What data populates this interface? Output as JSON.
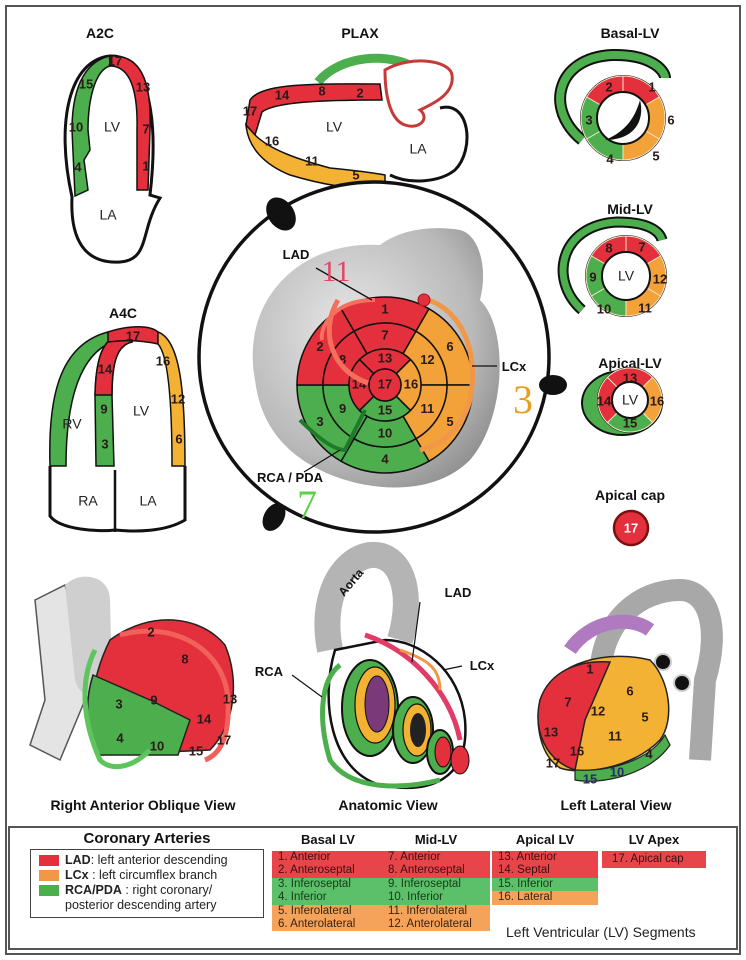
{
  "colors": {
    "lad": "#e3303c",
    "lcx": "#f3a23a",
    "rca": "#4cae4c",
    "legend_red": "#e8454a",
    "legend_green": "#5cbf6a",
    "legend_orange": "#f5a25a",
    "annot_11": "#e2466b",
    "annot_3": "#e6a020",
    "annot_7": "#5dcf48"
  },
  "views": {
    "a2c": {
      "title": "A2C",
      "lv": "LV",
      "la": "LA",
      "segments": [
        "17",
        "13",
        "7",
        "1",
        "15",
        "10",
        "4"
      ]
    },
    "plax": {
      "title": "PLAX",
      "lv": "LV",
      "la": "LA",
      "segments": [
        "17",
        "14",
        "8",
        "2",
        "16",
        "11",
        "5"
      ]
    },
    "a4c": {
      "title": "A4C",
      "rv": "RV",
      "lv": "LV",
      "ra": "RA",
      "la": "LA",
      "segments": [
        "17",
        "14",
        "9",
        "3",
        "16",
        "12",
        "6"
      ]
    },
    "basal": {
      "title": "Basal-LV",
      "segments": [
        "2",
        "1",
        "3",
        "6",
        "4",
        "5"
      ]
    },
    "mid": {
      "title": "Mid-LV",
      "lv": "LV",
      "segments": [
        "8",
        "7",
        "9",
        "12",
        "10",
        "11"
      ]
    },
    "apical": {
      "title": "Apical-LV",
      "lv": "LV",
      "segments": [
        "13",
        "14",
        "16",
        "15"
      ]
    },
    "apical_cap": {
      "title": "Apical cap",
      "segment": "17"
    }
  },
  "center": {
    "lad_label": "LAD",
    "lcx_label": "LCx",
    "rca_label": "RCA / PDA",
    "annotation_lad": "11",
    "annotation_lcx": "3",
    "annotation_rca": "7",
    "bullseye_outer": [
      "1",
      "6",
      "5",
      "4",
      "3",
      "2"
    ],
    "bullseye_mid": [
      "7",
      "12",
      "11",
      "10",
      "9",
      "8"
    ],
    "bullseye_inner": [
      "13",
      "16",
      "15",
      "14"
    ],
    "bullseye_apex": "17"
  },
  "bottom_views": {
    "rao": {
      "title": "Right Anterior Oblique View",
      "segments": [
        "2",
        "8",
        "3",
        "9",
        "14",
        "13",
        "4",
        "10",
        "15",
        "17"
      ]
    },
    "anatomic": {
      "title": "Anatomic View",
      "aorta": "Aorta",
      "lad": "LAD",
      "lcx": "LCx",
      "rca": "RCA"
    },
    "lateral": {
      "title": "Left Lateral View",
      "segments": [
        "1",
        "7",
        "6",
        "12",
        "5",
        "13",
        "11",
        "16",
        "4",
        "17",
        "10",
        "15"
      ]
    }
  },
  "legend": {
    "coronary_title": "Coronary Arteries",
    "arteries": [
      {
        "abbr": "LAD",
        "desc": ": left anterior descending"
      },
      {
        "abbr": "LCx",
        "desc": " : left circumflex branch"
      },
      {
        "abbr": "RCA/PDA",
        "desc": " : right coronary/ posterior descending artery"
      }
    ],
    "columns": [
      {
        "title": "Basal LV",
        "items": [
          "1.  Anterior",
          "2.  Anteroseptal",
          "3.  Inferoseptal",
          "4.  Inferior",
          "5.  Inferolateral",
          "6.  Anterolateral"
        ]
      },
      {
        "title": "Mid-LV",
        "items": [
          "7.  Anterior",
          "8.  Anteroseptal",
          "9.  Inferoseptal",
          "10. Inferior",
          "11. Inferolateral",
          "12. Anterolateral"
        ]
      },
      {
        "title": "Apical LV",
        "items": [
          "13.  Anterior",
          "14.  Septal",
          "15.  Inferior",
          "16.  Lateral"
        ]
      },
      {
        "title": "LV Apex",
        "items": [
          "17.  Apical cap"
        ]
      }
    ],
    "footer": "Left Ventricular (LV) Segments"
  }
}
